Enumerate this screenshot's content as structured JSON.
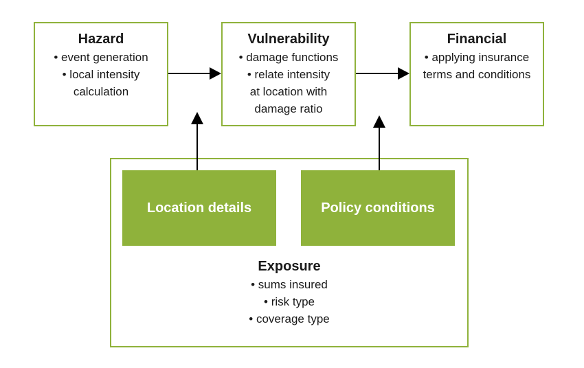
{
  "hazard": {
    "title": "Hazard",
    "lines": [
      "• event generation",
      "• local intensity",
      "calculation"
    ]
  },
  "vulnerability": {
    "title": "Vulnerability",
    "lines": [
      "• damage functions",
      "• relate intensity",
      "at location with",
      "damage ratio"
    ]
  },
  "financial": {
    "title": "Financial",
    "lines": [
      "• applying insurance",
      "terms and conditions"
    ]
  },
  "exposure": {
    "title": "Exposure",
    "lines": [
      "• sums insured",
      "• risk type",
      "• coverage type"
    ],
    "blocks": {
      "location": "Location details",
      "policy": "Policy conditions"
    }
  },
  "colors": {
    "accent": "#8fb23b",
    "text": "#1a1a1a",
    "arrow": "#000000"
  }
}
